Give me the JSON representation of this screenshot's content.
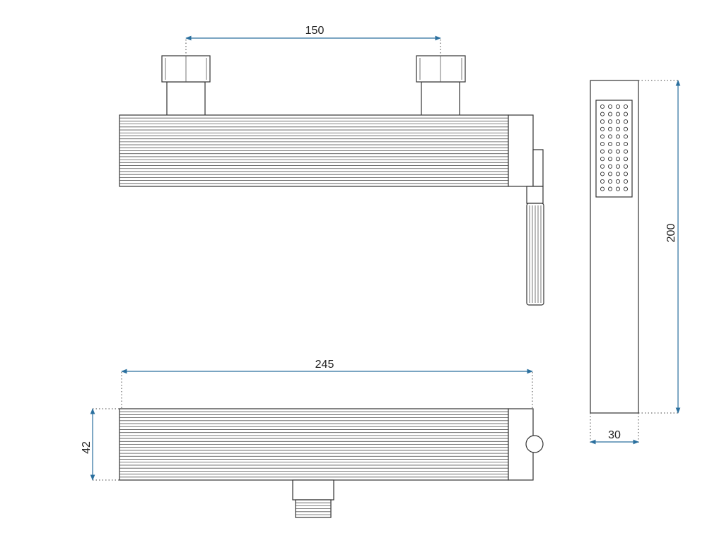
{
  "colors": {
    "dimension": "#2a6f9e",
    "outline": "#333333"
  },
  "dimensions": {
    "connection_spacing": "150",
    "body_length": "245",
    "body_height": "42",
    "hand_shower_length": "200",
    "hand_shower_width": "30"
  }
}
